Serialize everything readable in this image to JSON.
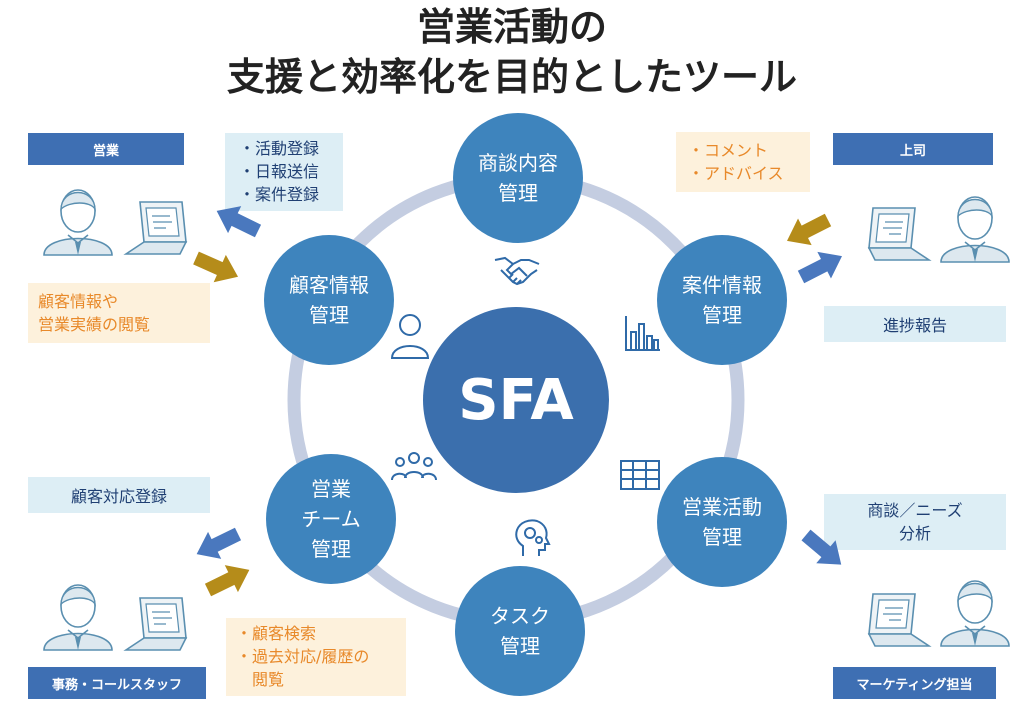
{
  "title": {
    "line1": "営業活動の",
    "line2": "支援と効率化を目的としたツール"
  },
  "hub": {
    "label": "SFA"
  },
  "nodes": [
    {
      "id": "shodan",
      "lines": [
        "商談内容",
        "管理"
      ]
    },
    {
      "id": "anken",
      "lines": [
        "案件情報",
        "管理"
      ]
    },
    {
      "id": "eigyo_katsudo",
      "lines": [
        "営業活動",
        "管理"
      ]
    },
    {
      "id": "task",
      "lines": [
        "タスク",
        "管理"
      ]
    },
    {
      "id": "team",
      "lines": [
        "営業",
        "チーム",
        "管理"
      ]
    },
    {
      "id": "kokyaku",
      "lines": [
        "顧客情報",
        "管理"
      ]
    }
  ],
  "roles": {
    "sales": "営業",
    "boss": "上司",
    "office": "事務・コールスタッフ",
    "marketing": "マーケティング担当"
  },
  "boxes": {
    "sales_input": [
      "・活動登録",
      "・日報送信",
      "・案件登録"
    ],
    "sales_output": [
      "顧客情報や",
      "営業実績の閲覧"
    ],
    "boss_output": [
      "・コメント",
      "・アドバイス"
    ],
    "boss_input": "進捗報告",
    "office_input": "顧客対応登録",
    "office_output": [
      "・顧客検索",
      "・過去対応/履歴の",
      "　閲覧"
    ],
    "marketing_output": [
      "商談／ニーズ",
      "分析"
    ]
  },
  "colors": {
    "node": "#3e84bd",
    "hub": "#3b6fad",
    "ring": "#c4cde1",
    "role": "#3e6fb3",
    "arrow_blue": "#4a78be",
    "arrow_gold": "#b58c1a",
    "box_blue": "#ddeef5",
    "box_orange": "#fdf1dc",
    "text_orange": "#e8892a",
    "person": "#dde8ef",
    "person_line": "#5a8fb0"
  },
  "icons": [
    "handshake-icon",
    "bar-chart-icon",
    "table-grid-icon",
    "gear-head-icon",
    "team-icon",
    "user-icon"
  ]
}
